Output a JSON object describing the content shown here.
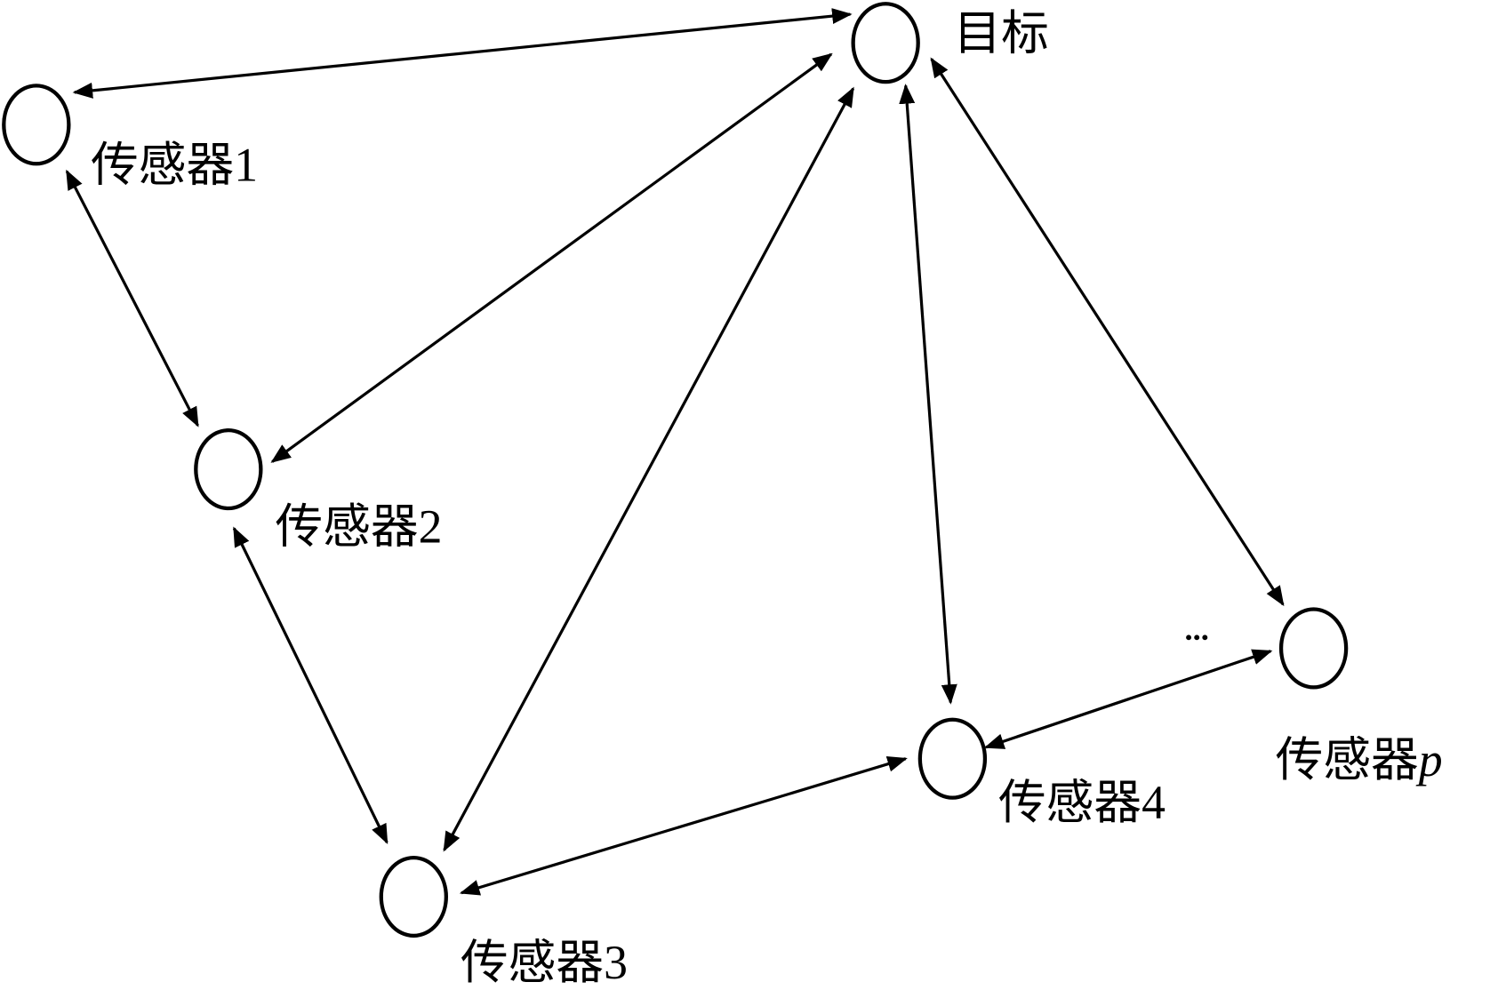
{
  "diagram": {
    "nodes": [
      {
        "id": "target",
        "label": "目标",
        "suffix": ""
      },
      {
        "id": "s1",
        "label": "传感器",
        "suffix": "1"
      },
      {
        "id": "s2",
        "label": "传感器",
        "suffix": "2"
      },
      {
        "id": "s3",
        "label": "传感器",
        "suffix": "3"
      },
      {
        "id": "s4",
        "label": "传感器",
        "suffix": "4"
      },
      {
        "id": "sp",
        "label": "传感器",
        "suffix": "p"
      }
    ],
    "edges": [
      [
        "s1",
        "target"
      ],
      [
        "s1",
        "s2"
      ],
      [
        "target",
        "s2"
      ],
      [
        "target",
        "s3"
      ],
      [
        "target",
        "s4"
      ],
      [
        "target",
        "sp"
      ],
      [
        "s2",
        "s3"
      ],
      [
        "s3",
        "s4"
      ],
      [
        "s4",
        "sp"
      ]
    ],
    "ellipsis": "..."
  }
}
